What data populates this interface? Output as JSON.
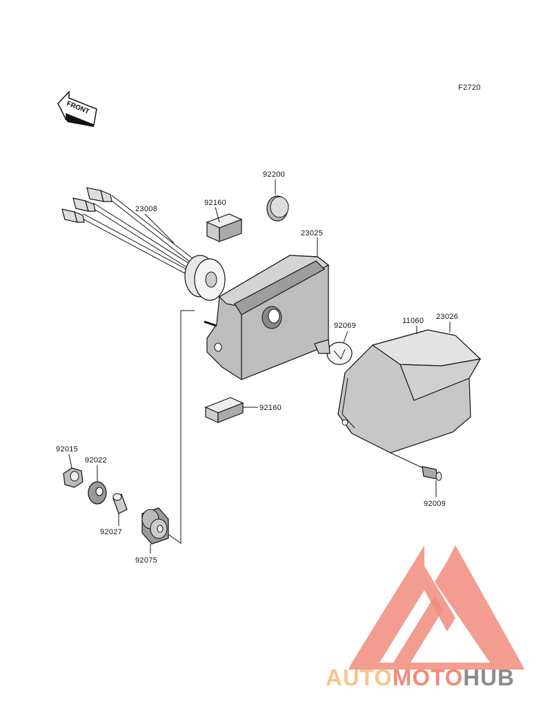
{
  "figure_code": "F2720",
  "front_arrow_text": "FRONT",
  "parts": {
    "p23008": "23008",
    "p92160_top": "92160",
    "p92200": "92200",
    "p23025": "23025",
    "p92069": "92069",
    "p11060": "11060",
    "p23026": "23026",
    "p92160_bottom": "92160",
    "p92009": "92009",
    "p92015": "92015",
    "p92022": "92022",
    "p92027": "92027",
    "p92075": "92075"
  },
  "watermark": {
    "text_part1": "AUTO",
    "text_part2": "MOTO",
    "text_part3": "HUB",
    "color1": "#f7c58a",
    "color2": "#f08c7c",
    "color3": "#8c8c8c",
    "logo_color": "#f08c7c"
  }
}
